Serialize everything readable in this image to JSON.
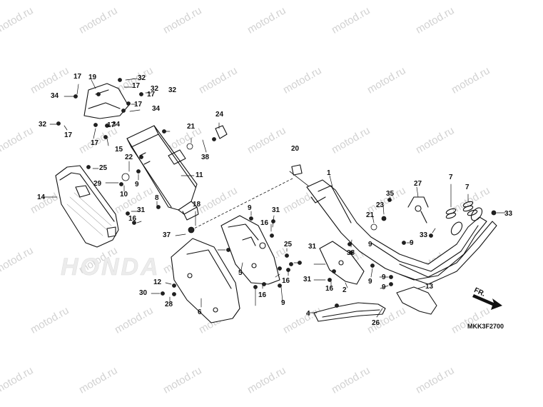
{
  "watermark": "motod.ru",
  "brand_logo": "HONDA",
  "diagram_code": "MKK3F2700",
  "direction_label": "FR.",
  "callouts": [
    "1",
    "2",
    "4",
    "5",
    "6",
    "7",
    "7",
    "8",
    "9",
    "9",
    "9",
    "9",
    "9",
    "9",
    "9",
    "9",
    "10",
    "11",
    "12",
    "13",
    "14",
    "15",
    "16",
    "16",
    "16",
    "16",
    "16",
    "17",
    "17",
    "17",
    "17",
    "17",
    "17",
    "17",
    "18",
    "19",
    "20",
    "21",
    "21",
    "22",
    "23",
    "24",
    "25",
    "25",
    "26",
    "27",
    "28",
    "29",
    "30",
    "31",
    "31",
    "31",
    "31",
    "32",
    "32",
    "32",
    "32",
    "33",
    "33",
    "34",
    "34",
    "34",
    "35",
    "37",
    "38",
    "38"
  ]
}
